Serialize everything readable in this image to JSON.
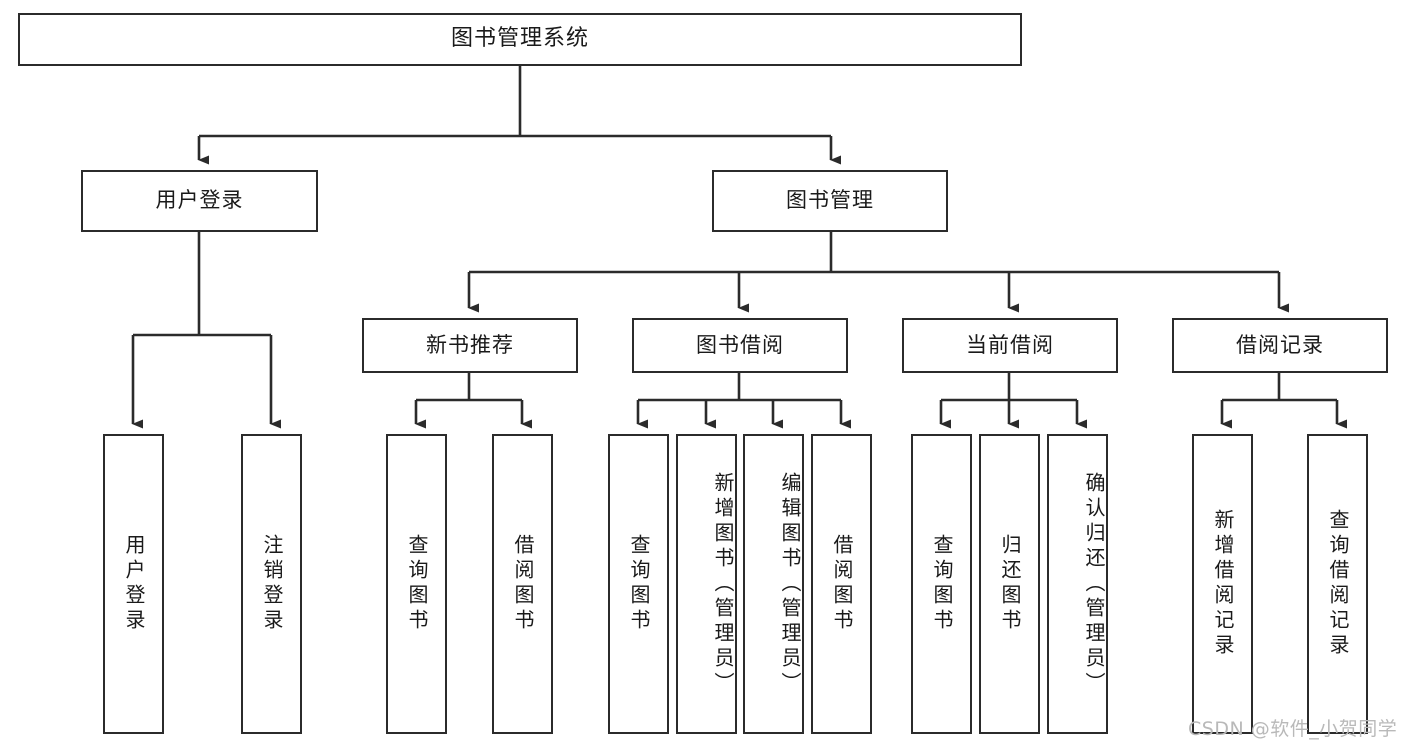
{
  "diagram": {
    "title": "图书管理系统",
    "watermark": "CSDN @软件_小贺同学",
    "line_color": "#2b2b2b",
    "box_fill": "#ffffff",
    "text_color": "#1a1a1a",
    "watermark_color": "#b9b9b9"
  },
  "nodes": {
    "root": {
      "label": "图书管理系统"
    },
    "level2": [
      {
        "label": "用户登录"
      },
      {
        "label": "图书管理"
      }
    ],
    "level3": [
      {
        "label": "新书推荐"
      },
      {
        "label": "图书借阅"
      },
      {
        "label": "当前借阅"
      },
      {
        "label": "借阅记录"
      }
    ],
    "leaves": {
      "user_login": [
        {
          "label": "用户登录"
        },
        {
          "label": "注销登录"
        }
      ],
      "new_book": [
        {
          "label": "查询图书"
        },
        {
          "label": "借阅图书"
        }
      ],
      "book_borrow": [
        {
          "label": "查询图书"
        },
        {
          "label": "新增图书（管理员）"
        },
        {
          "label": "编辑图书（管理员）"
        },
        {
          "label": "借阅图书"
        }
      ],
      "current_borrow": [
        {
          "label": "查询图书"
        },
        {
          "label": "归还图书"
        },
        {
          "label": "确认归还（管理员）"
        }
      ],
      "borrow_record": [
        {
          "label": "新增借阅记录"
        },
        {
          "label": "查询借阅记录"
        }
      ]
    }
  },
  "chart_data": {
    "type": "diagram",
    "subtype": "tree-hierarchy",
    "title": "图书管理系统",
    "orientation": "top-down",
    "edge_style": "orthogonal-arrow",
    "tree": {
      "label": "图书管理系统",
      "children": [
        {
          "label": "用户登录",
          "children": [
            {
              "label": "用户登录"
            },
            {
              "label": "注销登录"
            }
          ]
        },
        {
          "label": "图书管理",
          "children": [
            {
              "label": "新书推荐",
              "children": [
                {
                  "label": "查询图书"
                },
                {
                  "label": "借阅图书"
                }
              ]
            },
            {
              "label": "图书借阅",
              "children": [
                {
                  "label": "查询图书"
                },
                {
                  "label": "新增图书（管理员）"
                },
                {
                  "label": "编辑图书（管理员）"
                },
                {
                  "label": "借阅图书"
                }
              ]
            },
            {
              "label": "当前借阅",
              "children": [
                {
                  "label": "查询图书"
                },
                {
                  "label": "归还图书"
                },
                {
                  "label": "确认归还（管理员）"
                }
              ]
            },
            {
              "label": "借阅记录",
              "children": [
                {
                  "label": "新增借阅记录"
                },
                {
                  "label": "查询借阅记录"
                }
              ]
            }
          ]
        }
      ]
    }
  }
}
